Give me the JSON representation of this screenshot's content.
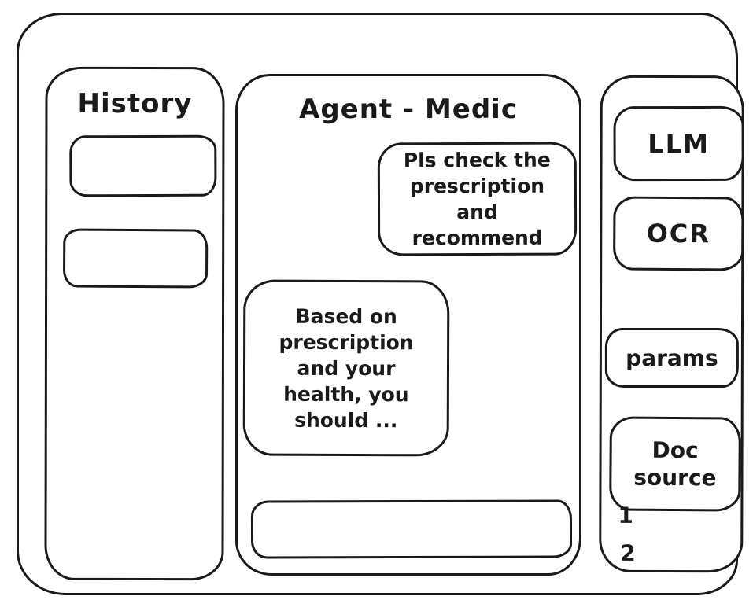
{
  "colors": {
    "ink": "#1a1a1a",
    "bg": "#ffffff"
  },
  "history": {
    "title": "History",
    "items": [
      {
        "label": ""
      },
      {
        "label": ""
      }
    ]
  },
  "chat": {
    "title": "Agent - Medic",
    "messages": [
      {
        "role": "user",
        "text": "Pls check the prescription and recommend"
      },
      {
        "role": "assistant",
        "text": "Based on prescription and your health, you should ..."
      }
    ],
    "input": {
      "value": "",
      "placeholder": ""
    }
  },
  "tools": {
    "buttons": [
      {
        "id": "llm",
        "label": "LLM"
      },
      {
        "id": "ocr",
        "label": "OCR"
      },
      {
        "id": "params",
        "label": "params"
      },
      {
        "id": "doc-source",
        "label": "Doc source"
      }
    ],
    "doc_source_items": [
      "1",
      "2"
    ]
  }
}
